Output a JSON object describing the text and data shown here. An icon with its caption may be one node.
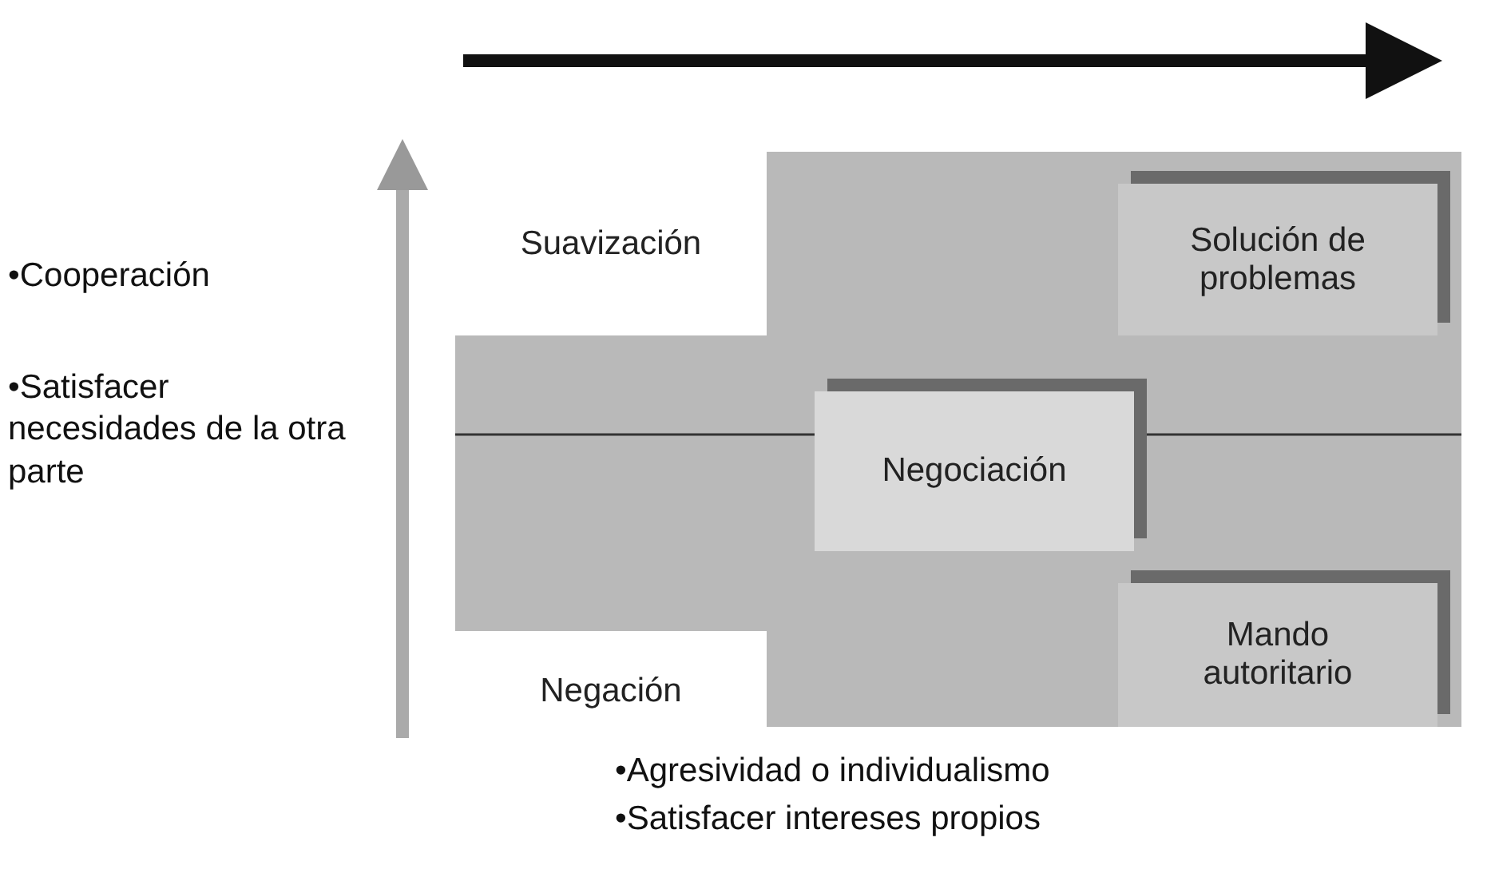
{
  "diagram": {
    "nodes": [
      {
        "text": [
          "Suavización"
        ]
      },
      {
        "text": [
          "Solución de problemas"
        ]
      },
      {
        "text": [
          "Negociación"
        ]
      },
      {
        "text": [
          "Negación"
        ]
      },
      {
        "text": [
          "Mando autoritario"
        ]
      }
    ],
    "labels": [
      "•Cooperación",
      "•Satisfacer necesidades de la otra parte",
      "•Agresividad o individualismo",
      "•Satisfacer intereses propios"
    ]
  }
}
